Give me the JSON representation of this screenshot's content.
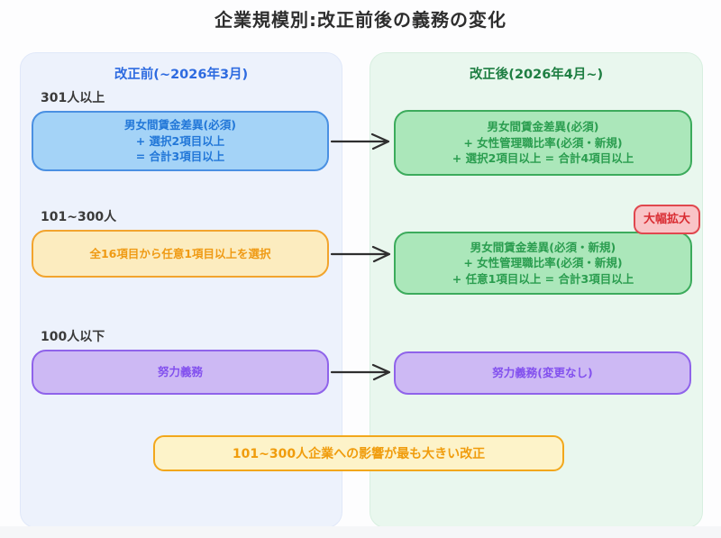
{
  "title": "企業規模別:改正前後の義務の変化",
  "left_panel": {
    "header": "改正前(~2026年3月)",
    "sections": [
      {
        "label": "301人以上",
        "box": {
          "lines": [
            "男女間賃金差異(必須)",
            "+ 選択2項目以上",
            "= 合計3項目以上"
          ]
        }
      },
      {
        "label": "101~300人",
        "box": {
          "lines": [
            "全16項目から任意1項目以上を選択"
          ]
        }
      },
      {
        "label": "100人以下",
        "box": {
          "lines": [
            "努力義務"
          ]
        }
      }
    ]
  },
  "right_panel": {
    "header": "改正後(2026年4月~)",
    "boxes": [
      {
        "lines": [
          "男女間賃金差異(必須)",
          "+ 女性管理職比率(必須・新規)",
          "+ 選択2項目以上 = 合計4項目以上"
        ]
      },
      {
        "lines": [
          "男女間賃金差異(必須・新規)",
          "+ 女性管理職比率(必須・新規)",
          "+ 任意1項目以上 = 合計3項目以上"
        ],
        "badge": "大幅拡大"
      },
      {
        "lines": [
          "努力義務(変更なし)"
        ]
      }
    ]
  },
  "footnote": "101~300人企業への影響が最も大きい改正",
  "colors": {
    "blue_fill": "#a4d3f7",
    "blue_border": "#4a90e2",
    "blue_text": "#2277d8",
    "green_fill": "#abe7ba",
    "green_border": "#3cab5c",
    "green_text": "#2a9d4f",
    "yellow_fill": "#fcecbf",
    "yellow_border": "#f2a42d",
    "yellow_text": "#ef9a14",
    "purple_fill": "#cdb9f4",
    "purple_border": "#8f63ea",
    "purple_text": "#8250ee",
    "red_fill": "#f9c4c7",
    "red_border": "#e0474e",
    "red_text": "#d92c32",
    "panel_before_bg": "#edf2fc",
    "panel_after_bg": "#e9f7ee",
    "header_before": "#2e6be0",
    "header_after": "#1e7e42",
    "arrow": "#2f2f2f"
  }
}
